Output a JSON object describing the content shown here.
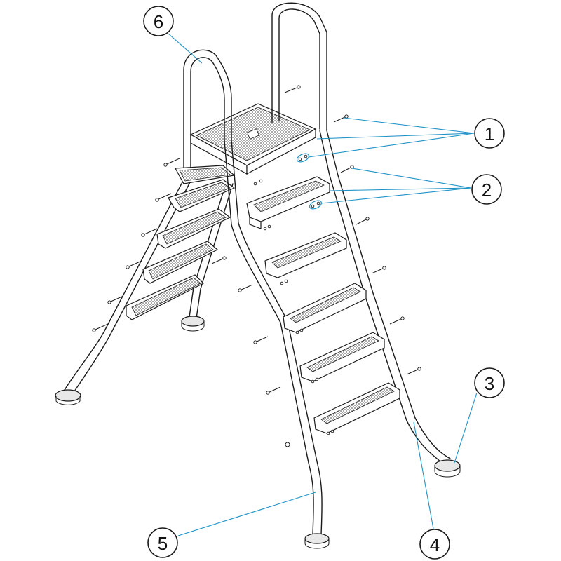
{
  "diagram": {
    "callouts": [
      {
        "id": "1",
        "label": "1"
      },
      {
        "id": "2",
        "label": "2"
      },
      {
        "id": "3",
        "label": "3"
      },
      {
        "id": "4",
        "label": "4"
      },
      {
        "id": "5",
        "label": "5"
      },
      {
        "id": "6",
        "label": "6"
      }
    ]
  },
  "colors": {
    "leader": "#1f93c7",
    "ink": "#1a1a1a",
    "background": "#ffffff"
  }
}
